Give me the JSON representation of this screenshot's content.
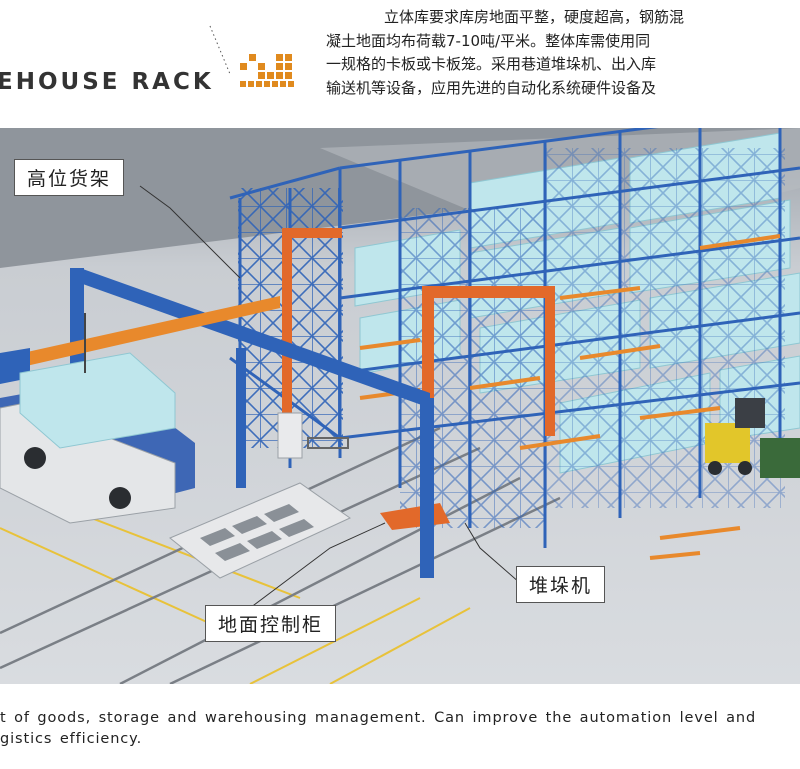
{
  "header": {
    "brand_text": "EHOUSE RACK",
    "cn_lines": [
      "立体库要求库房地面平整，硬度超高，钢筋混",
      "凝土地面均布荷载7-10吨/平米。整体库需使用同",
      "一规格的卡板或卡板笼。采用巷道堆垛机、出入库",
      "输送机等设备，应用先进的自动化系统硬件设备及"
    ],
    "logo_color": "#e08a1e"
  },
  "illustration": {
    "callouts": {
      "high_rack": "高位货架",
      "stacker_crane": "堆垛机",
      "ground_cabinet": "地面控制柜"
    },
    "colors": {
      "rack_blue": "#2f63b8",
      "beam_orange": "#e8892c",
      "crane_orange": "#e2692a",
      "goods_cyan": "#bfe6ec",
      "floor": "#cfd3d8",
      "rail_yellow": "#e8c23a",
      "forklift_yellow": "#e2c62a"
    }
  },
  "footer": {
    "lines": [
      "t of goods, storage and warehousing management. Can improve the automation level and",
      "gistics efficiency."
    ]
  }
}
